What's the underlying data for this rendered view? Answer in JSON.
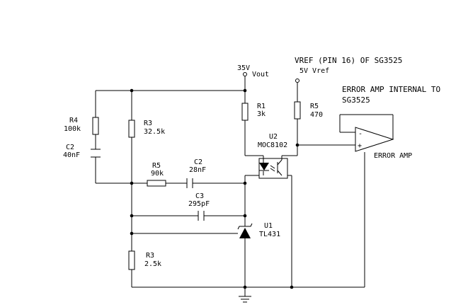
{
  "labels": {
    "vref_title": "VREF (PIN 16) OF SG3525",
    "vref_5v": "5V Vref",
    "vout_35v": "35V",
    "vout": "Vout",
    "error_amp_title_1": "ERROR AMP INTERNAL TO",
    "error_amp_title_2": "SG3525",
    "error_amp": "ERROR AMP",
    "opamp_minus": "-",
    "opamp_plus": "+"
  },
  "components": {
    "r4": {
      "name": "R4",
      "value": "100k"
    },
    "c2_left": {
      "name": "C2",
      "value": "40nF"
    },
    "r3_top": {
      "name": "R3",
      "value": "32.5k"
    },
    "r1": {
      "name": "R1",
      "value": "3k"
    },
    "r5_right": {
      "name": "R5",
      "value": "470"
    },
    "u2": {
      "name": "U2",
      "value": "MOC8102"
    },
    "r5_mid": {
      "name": "R5",
      "value": "90k"
    },
    "c2_mid": {
      "name": "C2",
      "value": "28nF"
    },
    "c3": {
      "name": "C3",
      "value": "295pF"
    },
    "u1": {
      "name": "U1",
      "value": "TL431"
    },
    "r3_bottom": {
      "name": "R3",
      "value": "2.5k"
    }
  }
}
